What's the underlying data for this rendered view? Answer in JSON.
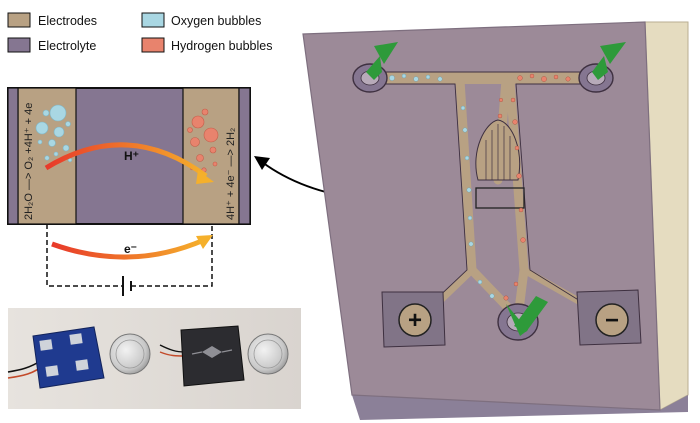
{
  "legend": {
    "electrodes": {
      "label": "Electrodes",
      "color": "#b8a183"
    },
    "electrolyte": {
      "label": "Electrolyte",
      "color": "#857691"
    },
    "oxygen": {
      "label": "Oxygen bubbles",
      "color": "#a9d7e3"
    },
    "hydrogen": {
      "label": "Hydrogen bubbles",
      "color": "#e8836d"
    }
  },
  "cell": {
    "proton_label": "H⁺",
    "electron_label": "e⁻",
    "anode_reaction": "2H₂O —> O₂ +4H⁺ + 4e",
    "cathode_reaction": "4H⁺ + 4e⁻ —> 2H₂"
  },
  "device": {
    "plus_symbol": "+",
    "minus_symbol": "−",
    "chip_color": "#9c8a98",
    "channel_color": "#b8a183",
    "arrow_color": "#2e9a3a"
  }
}
